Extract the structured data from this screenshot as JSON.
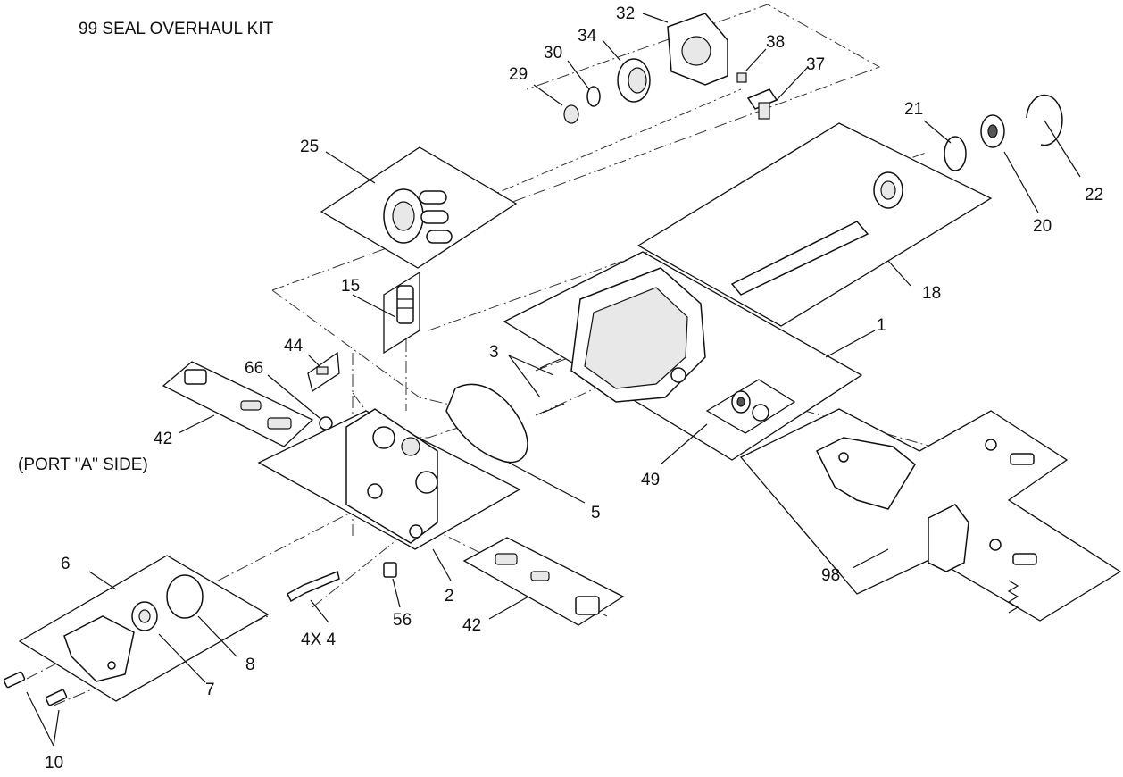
{
  "kit_label": "99  SEAL OVERHAUL KIT",
  "port_label": "(PORT \"A\" SIDE)",
  "callouts": {
    "c1": "1",
    "c2": "2",
    "c3": "3",
    "c4": "4X  4",
    "c5": "5",
    "c6": "6",
    "c7": "7",
    "c8": "8",
    "c10": "10",
    "c15": "15",
    "c18": "18",
    "c20": "20",
    "c21": "21",
    "c22": "22",
    "c25": "25",
    "c29": "29",
    "c30": "30",
    "c32": "32",
    "c34": "34",
    "c37": "37",
    "c38": "38",
    "c42a": "42",
    "c42b": "42",
    "c44": "44",
    "c49": "49",
    "c56": "56",
    "c66": "66",
    "c98": "98"
  },
  "colors": {
    "line": "#111111",
    "background": "#ffffff"
  }
}
